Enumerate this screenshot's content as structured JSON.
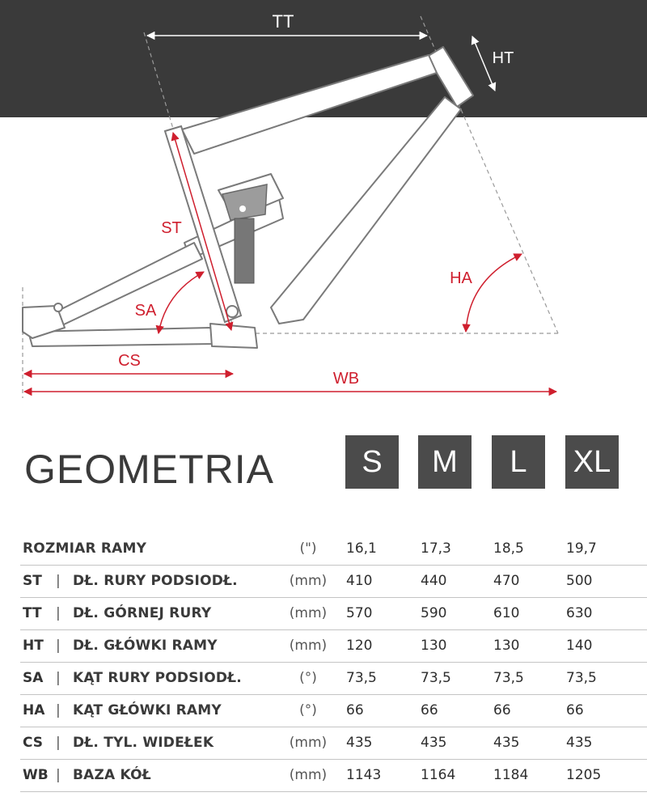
{
  "diagram": {
    "labels": {
      "tt": "TT",
      "ht": "HT",
      "st": "ST",
      "sa": "SA",
      "ha": "HA",
      "cs": "CS",
      "wb": "WB"
    },
    "colors": {
      "header": "#3a3a3a",
      "accent": "#cf1f2e",
      "frame_outline": "#7a7a7a",
      "dashed": "#9a9a9a"
    }
  },
  "table": {
    "title": "GEOMETRIA",
    "sizes": [
      "S",
      "M",
      "L",
      "XL"
    ],
    "rows": [
      {
        "code": "",
        "label": "ROZMIAR RAMY",
        "unit": "(\")",
        "values": [
          "16,1",
          "17,3",
          "18,5",
          "19,7"
        ]
      },
      {
        "code": "ST",
        "label": "DŁ. RURY PODSIODŁ.",
        "unit": "(mm)",
        "values": [
          "410",
          "440",
          "470",
          "500"
        ]
      },
      {
        "code": "TT",
        "label": "DŁ. GÓRNEJ RURY",
        "unit": "(mm)",
        "values": [
          "570",
          "590",
          "610",
          "630"
        ]
      },
      {
        "code": "HT",
        "label": "DŁ. GŁÓWKI RAMY",
        "unit": "(mm)",
        "values": [
          "120",
          "130",
          "130",
          "140"
        ]
      },
      {
        "code": "SA",
        "label": "KĄT RURY PODSIODŁ.",
        "unit": "(°)",
        "values": [
          "73,5",
          "73,5",
          "73,5",
          "73,5"
        ]
      },
      {
        "code": "HA",
        "label": "KĄT GŁÓWKI RAMY",
        "unit": "(°)",
        "values": [
          "66",
          "66",
          "66",
          "66"
        ]
      },
      {
        "code": "CS",
        "label": "DŁ. TYL. WIDEŁEK",
        "unit": "(mm)",
        "values": [
          "435",
          "435",
          "435",
          "435"
        ]
      },
      {
        "code": "WB",
        "label": "BAZA KÓŁ",
        "unit": "(mm)",
        "values": [
          "1143",
          "1164",
          "1184",
          "1205"
        ]
      }
    ]
  }
}
